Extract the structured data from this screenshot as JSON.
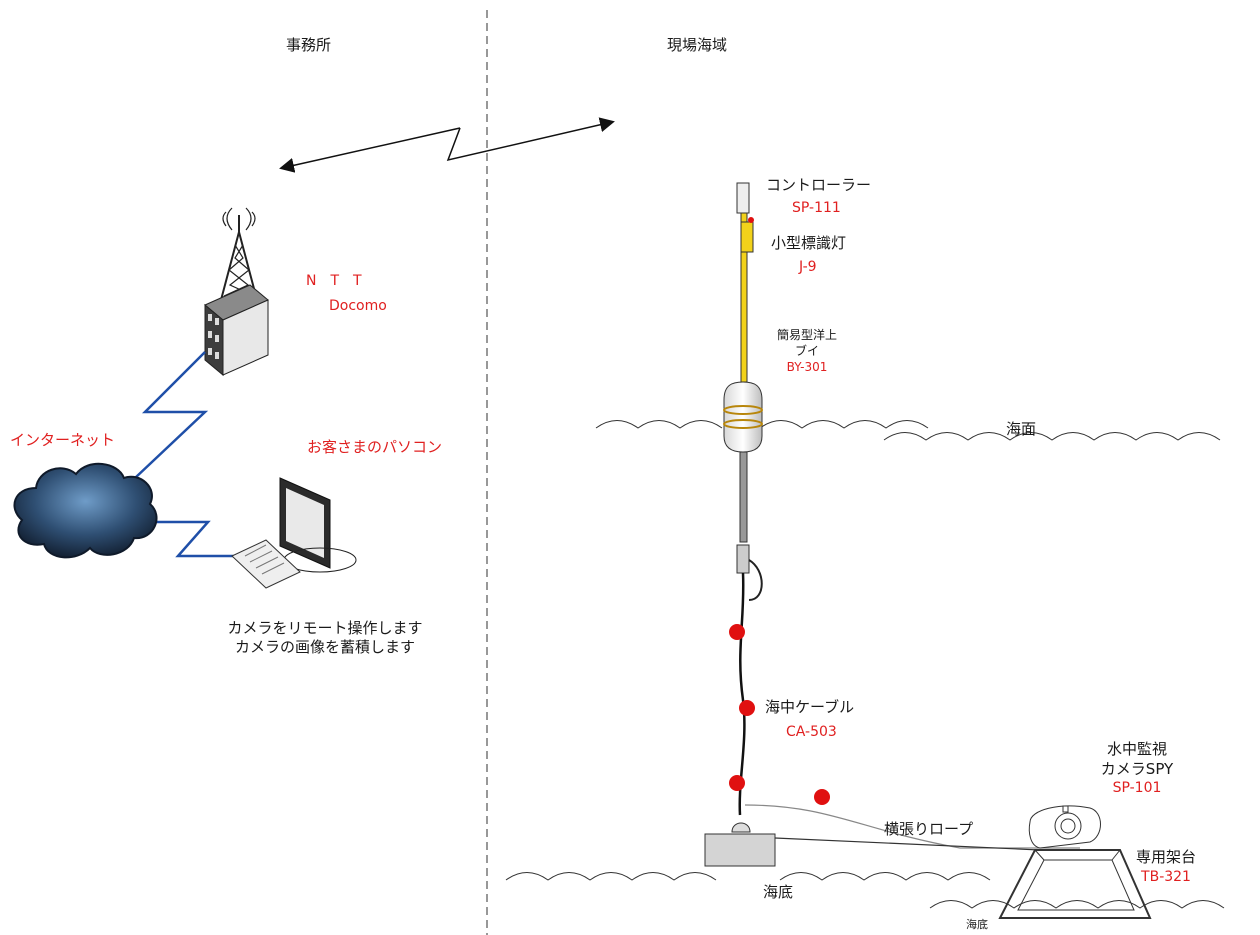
{
  "sections": {
    "office": "事務所",
    "site": "現場海域"
  },
  "office": {
    "carrier_line1": "N　T　T",
    "carrier_line2": "Docomo",
    "internet": "インターネット",
    "customer_pc": "お客さまのパソコン",
    "desc_line1": "カメラをリモート操作します",
    "desc_line2": "カメラの画像を蓄積します"
  },
  "site": {
    "controller": {
      "name": "コントローラー",
      "model": "SP-111"
    },
    "beacon": {
      "name": "小型標識灯",
      "model": "J-9"
    },
    "buoy": {
      "name_line1": "簡易型洋上",
      "name_line2": "ブイ",
      "model": "BY-301"
    },
    "sea_surface": "海面",
    "cable": {
      "name": "海中ケーブル",
      "model": "CA-503"
    },
    "camera": {
      "name_line1": "水中監視",
      "name_line2": "カメラSPY",
      "model": "SP-101"
    },
    "rope": "横張りロープ",
    "stand": {
      "name": "専用架台",
      "model": "TB-321"
    },
    "seabed_1": "海底",
    "seabed_2": "海底"
  },
  "colors": {
    "label_text": "#1a1a1a",
    "model_text": "#e02020",
    "link_line": "#1f4fa8",
    "mast": "#f2d21b",
    "float_marker": "#e01010"
  }
}
